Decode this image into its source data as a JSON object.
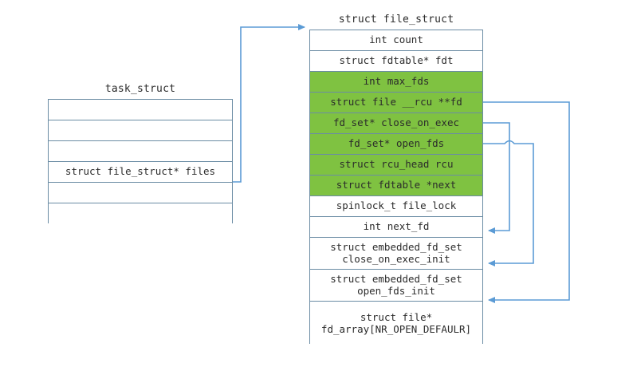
{
  "diagram": {
    "title_task": "task_struct",
    "title_file": "struct file_struct",
    "colors": {
      "highlight_green": "#7FC241",
      "box_border": "#6B8CA4",
      "arrow_blue": "#5B9BD5",
      "background": "#FFFFFF",
      "text": "#2B2B2B"
    }
  },
  "task_struct": {
    "label": "task_struct",
    "rows": [
      {
        "text": "",
        "empty": true
      },
      {
        "text": "",
        "empty": true
      },
      {
        "text": "",
        "empty": true
      },
      {
        "text": "struct file_struct* files",
        "empty": false
      },
      {
        "text": "",
        "empty": true
      },
      {
        "text": "",
        "empty": true
      }
    ]
  },
  "file_struct": {
    "label": "struct file_struct",
    "rows": [
      {
        "text": "int count",
        "green": false,
        "size": "normal"
      },
      {
        "text": "struct fdtable* fdt",
        "green": false,
        "size": "normal"
      },
      {
        "text": "int max_fds",
        "green": true,
        "size": "normal"
      },
      {
        "text": "struct file __rcu **fd",
        "green": true,
        "size": "normal"
      },
      {
        "text": "fd_set* close_on_exec",
        "green": true,
        "size": "normal"
      },
      {
        "text": "fd_set* open_fds",
        "green": true,
        "size": "normal"
      },
      {
        "text": "struct rcu_head rcu",
        "green": true,
        "size": "normal"
      },
      {
        "text": "struct fdtable *next",
        "green": true,
        "size": "normal"
      },
      {
        "text": "spinlock_t file_lock",
        "green": false,
        "size": "normal"
      },
      {
        "text": "int next_fd",
        "green": false,
        "size": "normal"
      },
      {
        "text": "struct embedded_fd_set\nclose_on_exec_init",
        "green": false,
        "size": "tall"
      },
      {
        "text": "struct embedded_fd_set\nopen_fds_init",
        "green": false,
        "size": "tall"
      },
      {
        "text": "struct file*\nfd_array[NR_OPEN_DEFAULR]",
        "green": false,
        "size": "xtall"
      }
    ]
  },
  "connectors": [
    {
      "name": "files-to-file-struct",
      "from": "task_struct.files",
      "to": "file_struct.top"
    },
    {
      "name": "fd-to-fd-array",
      "from": "file_struct.fd",
      "to": "file_struct.fd_array"
    },
    {
      "name": "close-on-exec-to-init",
      "from": "file_struct.close_on_exec",
      "to": "file_struct.close_on_exec_init"
    },
    {
      "name": "open-fds-to-init",
      "from": "file_struct.open_fds",
      "to": "file_struct.open_fds_init"
    }
  ]
}
